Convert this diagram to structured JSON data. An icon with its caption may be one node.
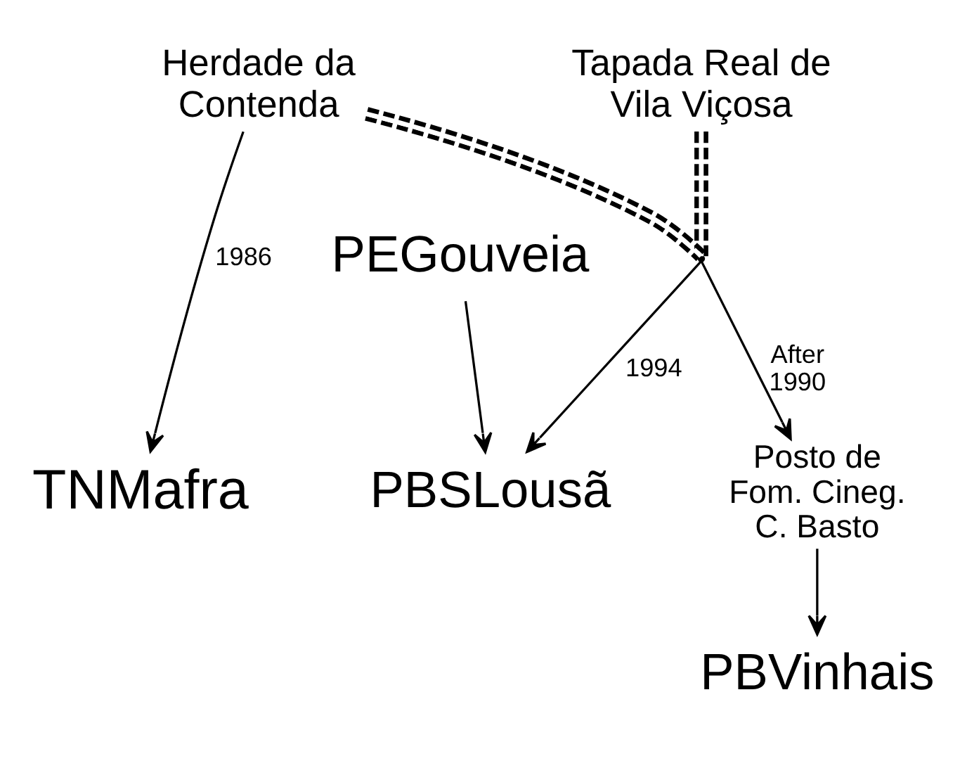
{
  "diagram": {
    "nodes": [
      {
        "text": [
          "Tapada Real de Vila Viçosa"
        ]
      },
      {
        "text": [
          "Herdade da Contenda"
        ]
      },
      {
        "text": [
          "PEGouveia"
        ]
      },
      {
        "text": [],
        "shape": "point"
      },
      {
        "text": [
          "PBSLousã"
        ]
      },
      {
        "text": [
          "TNMafra"
        ]
      },
      {
        "text": [
          "Posto de Fom. Cineg. C. Basto"
        ]
      },
      {
        "text": [
          "PBVinhais"
        ]
      }
    ],
    "edges": [
      {
        "from": 0,
        "to": 3,
        "arrow": "none",
        "style": "dashed"
      },
      {
        "from": 1,
        "to": 3,
        "arrow": "none",
        "style": "dashed"
      },
      {
        "from": 1,
        "to": 5,
        "arrow": "to",
        "label": "1986"
      },
      {
        "from": 2,
        "to": 4,
        "arrow": "to"
      },
      {
        "from": 3,
        "to": 4,
        "arrow": "to",
        "label": "1994"
      },
      {
        "from": 3,
        "to": 6,
        "arrow": "to",
        "label": "After 1990"
      },
      {
        "from": 6,
        "to": 7,
        "arrow": "to"
      }
    ]
  }
}
